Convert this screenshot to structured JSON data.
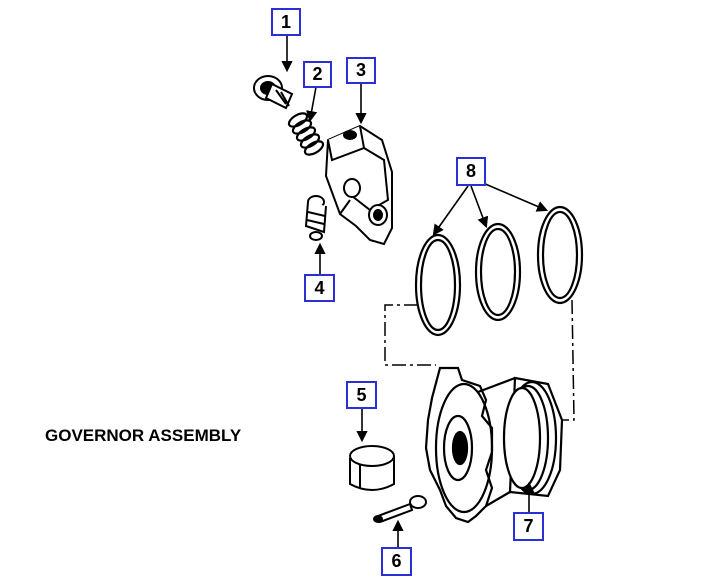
{
  "title": "GOVERNOR ASSEMBLY",
  "callouts": [
    "1",
    "2",
    "3",
    "4",
    "5",
    "6",
    "7",
    "8"
  ],
  "colors": {
    "callout_border": "#2b2fd6",
    "ink": "#000000",
    "background": "#ffffff"
  }
}
